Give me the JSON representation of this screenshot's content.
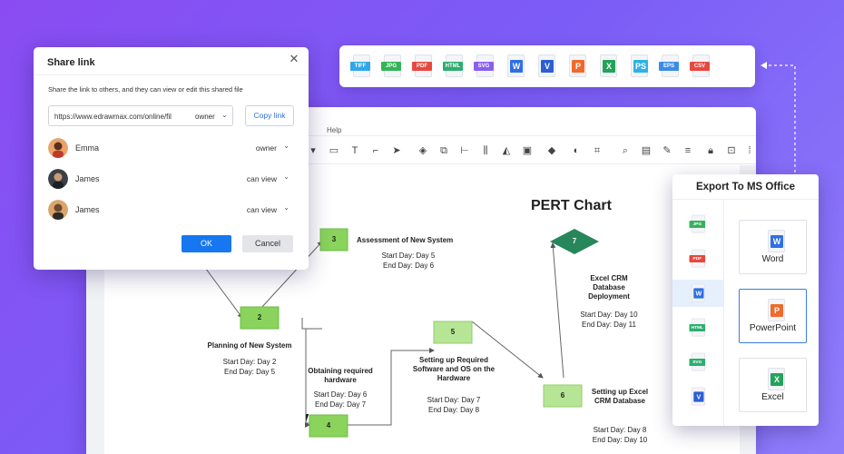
{
  "export_formats": {
    "items": [
      {
        "label": "TIFF",
        "color": "#2fa7e8"
      },
      {
        "label": "JPG",
        "color": "#35b35a"
      },
      {
        "label": "PDF",
        "color": "#e9483e"
      },
      {
        "label": "HTML",
        "color": "#2cae6e"
      },
      {
        "label": "SVG",
        "color": "#8a5ff0"
      },
      {
        "label": "W",
        "color": "#2f6fe4"
      },
      {
        "label": "V",
        "color": "#2b5fd3"
      },
      {
        "label": "P",
        "color": "#ef6a2c"
      },
      {
        "label": "X",
        "color": "#23a35a"
      },
      {
        "label": "PS",
        "color": "#2cb3e6"
      },
      {
        "label": "EPS",
        "color": "#3a8ce8"
      },
      {
        "label": "CSV",
        "color": "#e9483e"
      }
    ]
  },
  "editor": {
    "menu_help": "Help"
  },
  "share_dialog": {
    "title": "Share link",
    "description": "Share the link to others, and they can view or edit this shared file",
    "url": "https://www.edrawmax.com/online/fil",
    "url_permission": "owner",
    "copy_label": "Copy link",
    "people": [
      {
        "name": "Emma",
        "permission": "owner"
      },
      {
        "name": "James",
        "permission": "can view"
      },
      {
        "name": "James",
        "permission": "can view"
      }
    ],
    "ok_label": "OK",
    "cancel_label": "Cancel"
  },
  "ms_office": {
    "title": "Export To MS Office",
    "side_formats": [
      "JPG",
      "PDF",
      "W",
      "HTML",
      "SVG",
      "V"
    ],
    "cards": [
      {
        "label": "Word",
        "icon": "word-icon",
        "color": "#2f6fe4",
        "letter": "W"
      },
      {
        "label": "PowerPoint",
        "icon": "powerpoint-icon",
        "color": "#ef6a2c",
        "letter": "P"
      },
      {
        "label": "Excel",
        "icon": "excel-icon",
        "color": "#23a35a",
        "letter": "X"
      }
    ]
  },
  "pert": {
    "title": "PERT Chart",
    "nodes": [
      {
        "id": "2",
        "name": "Planning of New System",
        "start": "Start Day: Day 2",
        "end": "End Day: Day 5"
      },
      {
        "id": "3",
        "name": "Assessment of New System",
        "start": "Start Day: Day 5",
        "end": "End Day: Day 6"
      },
      {
        "id": "4",
        "name": "Obtaining required hardware",
        "start": "Start Day: Day 6",
        "end": "End Day: Day 7"
      },
      {
        "id": "5",
        "name": "Setting up Required Software and OS on the Hardware",
        "start": "Start Day: Day 7",
        "end": "End Day: Day 8"
      },
      {
        "id": "6",
        "name": "Setting up Excel CRM Database",
        "start": "Start Day: Day 8",
        "end": "End Day: Day 10"
      },
      {
        "id": "7",
        "name": "Excel CRM Database Deployment",
        "start": "Start Day: Day 10",
        "end": "End Day: Day 11"
      }
    ]
  }
}
